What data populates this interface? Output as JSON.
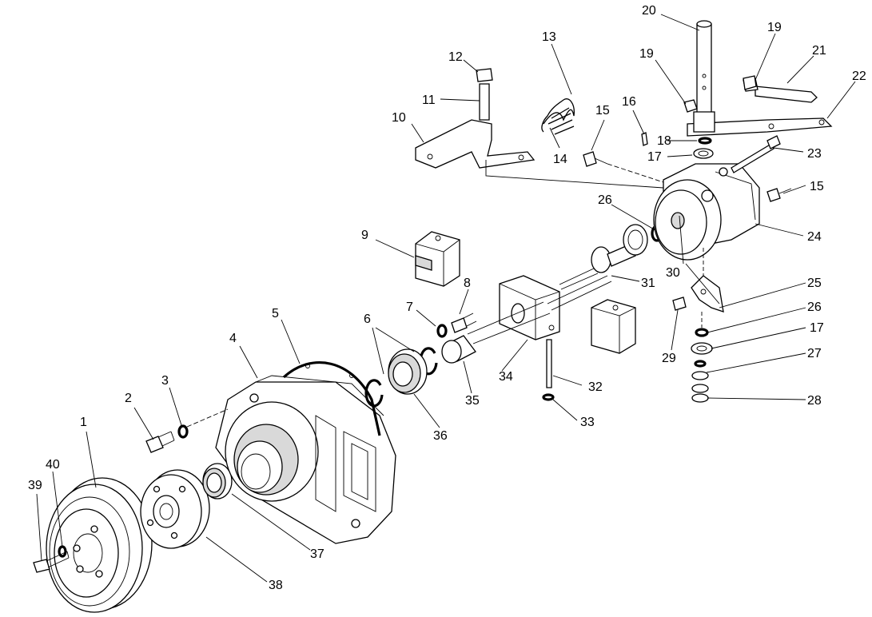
{
  "diagram": {
    "callouts": [
      "1",
      "2",
      "3",
      "4",
      "5",
      "6",
      "7",
      "8",
      "9",
      "10",
      "11",
      "12",
      "13",
      "14",
      "15",
      "15",
      "16",
      "17",
      "17",
      "18",
      "19",
      "19",
      "20",
      "21",
      "22",
      "23",
      "24",
      "25",
      "26",
      "26",
      "27",
      "28",
      "29",
      "30",
      "31",
      "32",
      "33",
      "34",
      "35",
      "36",
      "37",
      "38",
      "39",
      "40"
    ]
  }
}
